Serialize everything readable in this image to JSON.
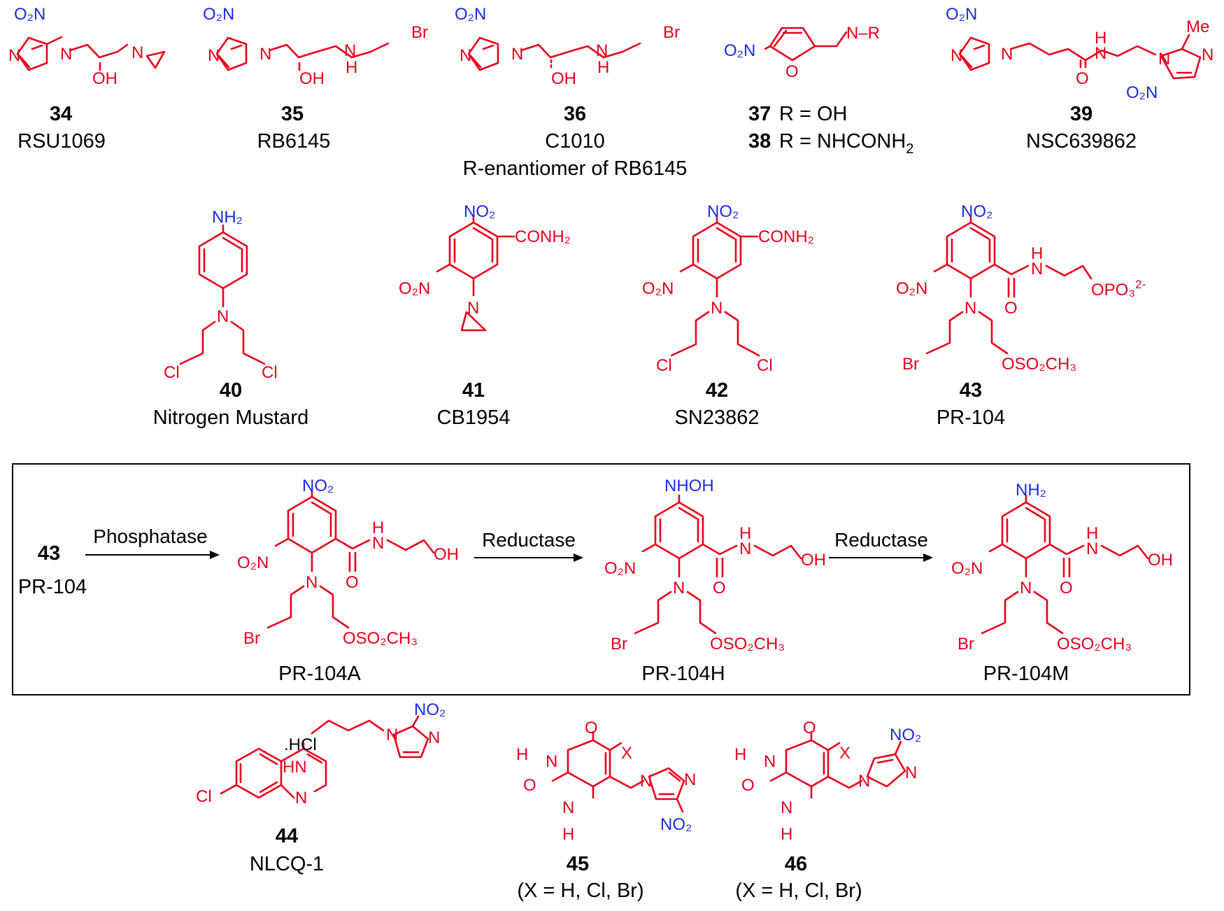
{
  "colors": {
    "structure": "#e8001c",
    "nitro": "#1a2ce0",
    "text": "#000000"
  },
  "compounds": [
    {
      "number": "34",
      "name": "RSU1069"
    },
    {
      "number": "35",
      "name": "RB6145"
    },
    {
      "number": "36",
      "name": "C1010",
      "note": "R-enantiomer of RB6145"
    },
    {
      "number": "37",
      "r": "R = OH"
    },
    {
      "number": "38",
      "r": "R = NHCONH",
      "r_sub": "2"
    },
    {
      "number": "39",
      "name": "NSC639862"
    },
    {
      "number": "40",
      "name": "Nitrogen Mustard"
    },
    {
      "number": "41",
      "name": "CB1954"
    },
    {
      "number": "42",
      "name": "SN23862"
    },
    {
      "number": "43",
      "name": "PR-104"
    },
    {
      "number": "44",
      "name": "NLCQ-1"
    },
    {
      "number": "45",
      "name": "(X = H, Cl, Br)"
    },
    {
      "number": "46",
      "name": "(X = H, Cl, Br)"
    }
  ],
  "scheme": {
    "start_number": "43",
    "start_name": "PR-104",
    "steps": [
      "Phosphatase",
      "Reductase",
      "Reductase"
    ],
    "products": [
      "PR-104A",
      "PR-104H",
      "PR-104M"
    ]
  },
  "atoms": {
    "O2N": "O₂N",
    "NO2": "NO₂",
    "NH2": "NH₂",
    "N": "N",
    "NH": "H",
    "OH": "OH",
    "Br": "Br",
    "Cl": "Cl",
    "O": "O",
    "H": "H",
    "X": "X",
    "Me": "Me",
    "NR": "N–R",
    "CONH2": "CONH₂",
    "NHOH": "NHOH",
    "HCl": ".HCl",
    "HN": "HN",
    "OPO3": "OPO₃",
    "OPO3_charge": "2-",
    "OSO2CH3": "OSO₂CH₃"
  }
}
